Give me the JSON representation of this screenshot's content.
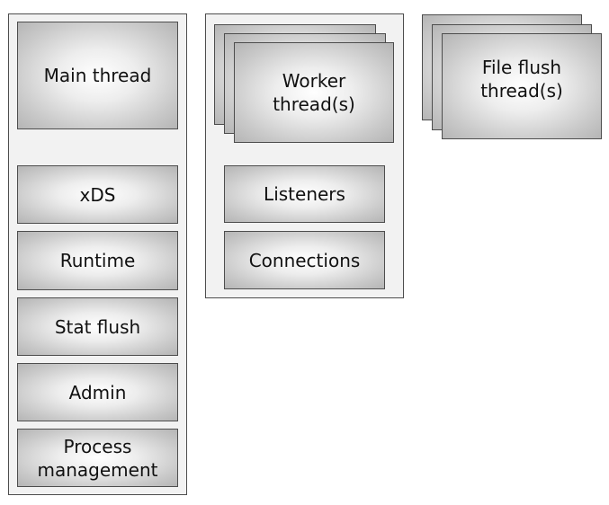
{
  "main_process_panel": {
    "main_thread": "Main thread",
    "items": [
      "xDS",
      "Runtime",
      "Stat flush",
      "Admin",
      "Process\nmanagement"
    ]
  },
  "worker_panel": {
    "worker_threads": "Worker\nthread(s)",
    "items": [
      "Listeners",
      "Connections"
    ]
  },
  "file_flush": {
    "label": "File flush\nthread(s)"
  }
}
